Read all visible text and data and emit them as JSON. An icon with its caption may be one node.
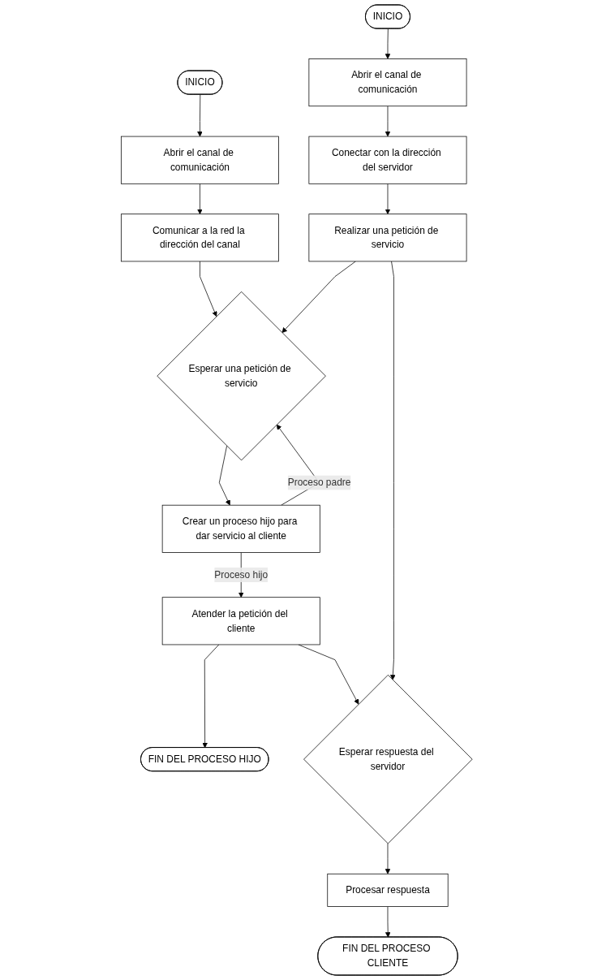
{
  "diagram": {
    "nodes": [
      {
        "text": [
          "INICIO"
        ]
      },
      {
        "text": [
          "Abrir el canal de comunicación"
        ]
      },
      {
        "text": [
          "Comunicar a la red la dirección del canal"
        ]
      },
      {
        "text": [
          "Esperar una petición de servicio"
        ]
      },
      {
        "text": [
          "Crear un proceso hijo para dar servicio al cliente"
        ]
      },
      {
        "text": [
          "Atender la petición del cliente"
        ]
      },
      {
        "text": [
          "FIN DEL PROCESO HIJO"
        ]
      },
      {
        "text": [
          "INICIO"
        ]
      },
      {
        "text": [
          "Abrir el canal de comunicación"
        ]
      },
      {
        "text": [
          "Conectar con la dirección del servidor"
        ]
      },
      {
        "text": [
          "Realizar una petición de servicio"
        ]
      },
      {
        "text": [
          "Esperar respuesta del servidor"
        ]
      },
      {
        "text": [
          "Procesar respuesta"
        ]
      },
      {
        "text": [
          "FIN DEL PROCESO CLIENTE"
        ]
      }
    ],
    "edges": [
      {
        "from": 0,
        "to": 1,
        "arrow": "to"
      },
      {
        "from": 1,
        "to": 2,
        "arrow": "to"
      },
      {
        "from": 2,
        "to": 3,
        "arrow": "to"
      },
      {
        "from": 3,
        "to": 4,
        "arrow": "to"
      },
      {
        "from": 4,
        "to": 3,
        "arrow": "to",
        "label": "Proceso padre"
      },
      {
        "from": 4,
        "to": 5,
        "arrow": "to",
        "label": "Proceso hijo"
      },
      {
        "from": 5,
        "to": 6,
        "arrow": "to"
      },
      {
        "from": 5,
        "to": 11,
        "arrow": "to"
      },
      {
        "from": 7,
        "to": 8,
        "arrow": "to"
      },
      {
        "from": 8,
        "to": 9,
        "arrow": "to"
      },
      {
        "from": 9,
        "to": 10,
        "arrow": "to"
      },
      {
        "from": 10,
        "to": 3,
        "arrow": "to"
      },
      {
        "from": 10,
        "to": 11,
        "arrow": "to"
      },
      {
        "from": 11,
        "to": 12,
        "arrow": "to"
      },
      {
        "from": 12,
        "to": 13,
        "arrow": "to"
      }
    ]
  }
}
